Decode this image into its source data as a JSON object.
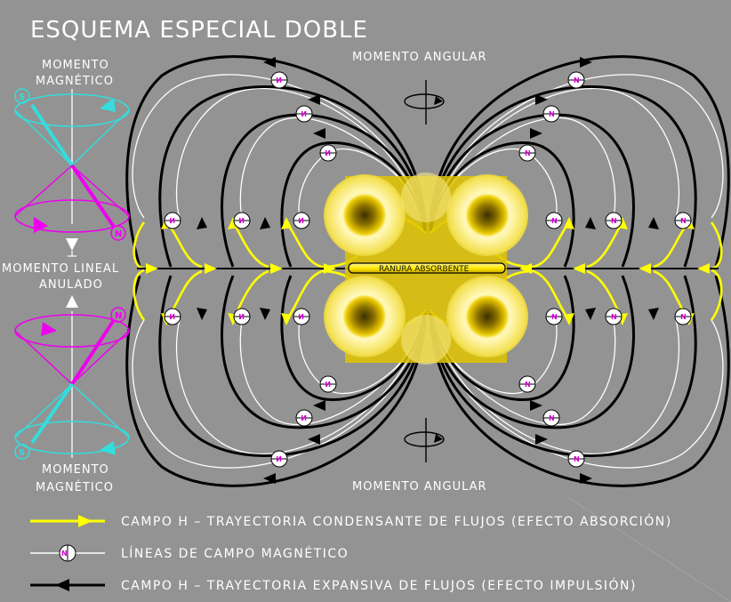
{
  "title": "ESQUEMA ESPECIAL DOBLE",
  "labels": {
    "momento_magnetico_line1": "MOMENTO",
    "momento_magnetico_line2": "MAGNÉTICO",
    "momento_angular": "MOMENTO ANGULAR",
    "momento_lineal_line1": "MOMENTO LINEAL",
    "momento_lineal_line2": "ANULADO",
    "ranura": "RANURA ABSORBENTE",
    "pole_n": "N",
    "pole_s": "S"
  },
  "legend": [
    {
      "id": "condensante",
      "text": "CAMPO H – TRAYECTORIA CONDENSANTE DE FLUJOS (EFECTO ABSORCIÓN)",
      "color": "#ffff00"
    },
    {
      "id": "lineas",
      "text": "LÍNEAS DE CAMPO MAGNÉTICO",
      "color": "#ffffff"
    },
    {
      "id": "expansiva",
      "text": "CAMPO H – TRAYECTORIA EXPANSIVA DE FLUJOS (EFECTO IMPULSIÓN)",
      "color": "#000000"
    }
  ],
  "colors": {
    "background": "#939393",
    "field_condensing": "#ffff00",
    "field_expanding": "#000000",
    "field_lines": "#ffffff",
    "cone_cyan": "#33dddd",
    "cone_magenta": "#ee00ee",
    "gear_yellow": "#f0d800"
  },
  "icons": [
    "rotation-arrow-icon",
    "magnet-marker-icon",
    "gear-icon",
    "cone-icon"
  ]
}
